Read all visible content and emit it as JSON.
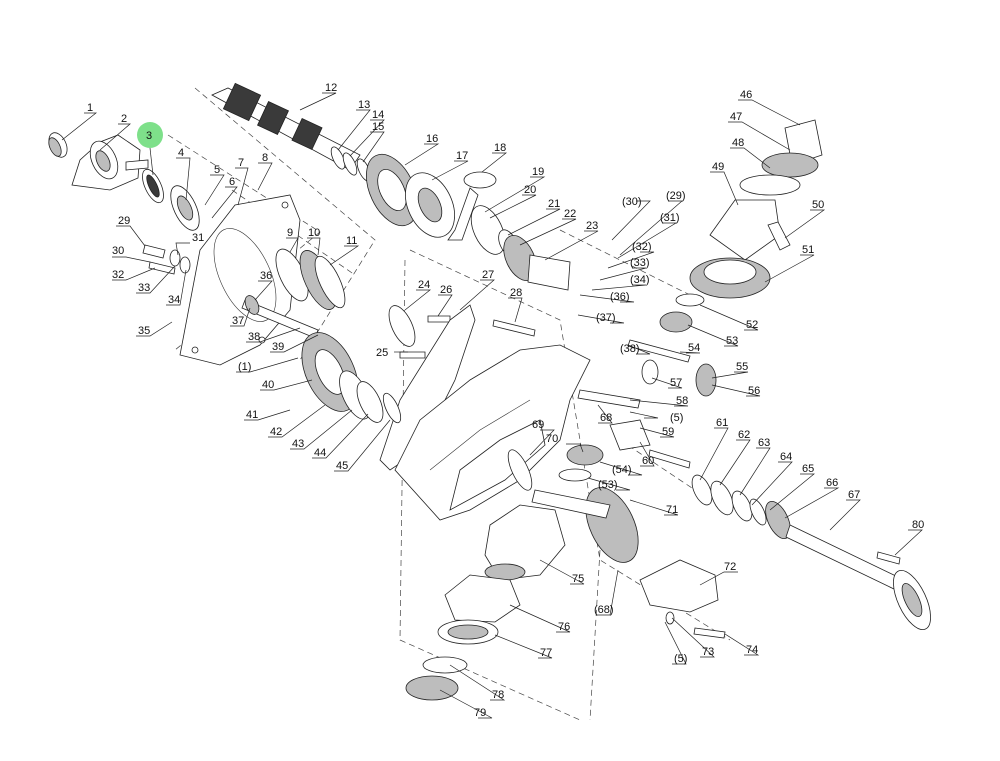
{
  "highlight_color": "#7ee08a",
  "callouts": [
    {
      "id": "c1",
      "label": "1"
    },
    {
      "id": "c2",
      "label": "2"
    },
    {
      "id": "c3",
      "label": "3",
      "highlighted": true
    },
    {
      "id": "c4",
      "label": "4"
    },
    {
      "id": "c5",
      "label": "5"
    },
    {
      "id": "c6",
      "label": "6"
    },
    {
      "id": "c7",
      "label": "7"
    },
    {
      "id": "c8",
      "label": "8"
    },
    {
      "id": "c9",
      "label": "9"
    },
    {
      "id": "c10",
      "label": "10"
    },
    {
      "id": "c11",
      "label": "11"
    },
    {
      "id": "c12",
      "label": "12"
    },
    {
      "id": "c13",
      "label": "13"
    },
    {
      "id": "c14",
      "label": "14"
    },
    {
      "id": "c15",
      "label": "15"
    },
    {
      "id": "c16",
      "label": "16"
    },
    {
      "id": "c17",
      "label": "17"
    },
    {
      "id": "c18",
      "label": "18"
    },
    {
      "id": "c19",
      "label": "19"
    },
    {
      "id": "c20",
      "label": "20"
    },
    {
      "id": "c21",
      "label": "21"
    },
    {
      "id": "c22",
      "label": "22"
    },
    {
      "id": "c23",
      "label": "23"
    },
    {
      "id": "c24",
      "label": "24"
    },
    {
      "id": "c25",
      "label": "25"
    },
    {
      "id": "c26",
      "label": "26"
    },
    {
      "id": "c27",
      "label": "27"
    },
    {
      "id": "c28",
      "label": "28"
    },
    {
      "id": "c29",
      "label": "29"
    },
    {
      "id": "c30",
      "label": "30"
    },
    {
      "id": "c31",
      "label": "31"
    },
    {
      "id": "c32",
      "label": "32"
    },
    {
      "id": "c33",
      "label": "33"
    },
    {
      "id": "c34",
      "label": "34"
    },
    {
      "id": "c35",
      "label": "35"
    },
    {
      "id": "c36",
      "label": "36"
    },
    {
      "id": "c37",
      "label": "37"
    },
    {
      "id": "c38",
      "label": "38"
    },
    {
      "id": "c39",
      "label": "39"
    },
    {
      "id": "c40",
      "label": "40"
    },
    {
      "id": "c41",
      "label": "41"
    },
    {
      "id": "c42",
      "label": "42"
    },
    {
      "id": "c43",
      "label": "43"
    },
    {
      "id": "c44",
      "label": "44"
    },
    {
      "id": "c45",
      "label": "45"
    },
    {
      "id": "c46",
      "label": "46"
    },
    {
      "id": "c47",
      "label": "47"
    },
    {
      "id": "c48",
      "label": "48"
    },
    {
      "id": "c49",
      "label": "49"
    },
    {
      "id": "c50",
      "label": "50"
    },
    {
      "id": "c51",
      "label": "51"
    },
    {
      "id": "c52",
      "label": "52"
    },
    {
      "id": "c53",
      "label": "53"
    },
    {
      "id": "c54",
      "label": "54"
    },
    {
      "id": "c55",
      "label": "55"
    },
    {
      "id": "c56",
      "label": "56"
    },
    {
      "id": "c57",
      "label": "57"
    },
    {
      "id": "c58",
      "label": "58"
    },
    {
      "id": "c59",
      "label": "59"
    },
    {
      "id": "c60",
      "label": "60"
    },
    {
      "id": "c61",
      "label": "61"
    },
    {
      "id": "c62",
      "label": "62"
    },
    {
      "id": "c63",
      "label": "63"
    },
    {
      "id": "c64",
      "label": "64"
    },
    {
      "id": "c65",
      "label": "65"
    },
    {
      "id": "c66",
      "label": "66"
    },
    {
      "id": "c67",
      "label": "67"
    },
    {
      "id": "c68",
      "label": "68"
    },
    {
      "id": "c69",
      "label": "69"
    },
    {
      "id": "c70",
      "label": "70"
    },
    {
      "id": "c71",
      "label": "71"
    },
    {
      "id": "c72",
      "label": "72"
    },
    {
      "id": "c73",
      "label": "73"
    },
    {
      "id": "c74",
      "label": "74"
    },
    {
      "id": "c75",
      "label": "75"
    },
    {
      "id": "c76",
      "label": "76"
    },
    {
      "id": "c77",
      "label": "77"
    },
    {
      "id": "c78",
      "label": "78"
    },
    {
      "id": "c79",
      "label": "79"
    },
    {
      "id": "c80",
      "label": "80"
    },
    {
      "id": "p1",
      "label": "(1)"
    },
    {
      "id": "p5a",
      "label": "(5)"
    },
    {
      "id": "p5b",
      "label": "(5)"
    },
    {
      "id": "p29",
      "label": "(29)"
    },
    {
      "id": "p30",
      "label": "(30)"
    },
    {
      "id": "p31",
      "label": "(31)"
    },
    {
      "id": "p32",
      "label": "(32)"
    },
    {
      "id": "p33",
      "label": "(33)"
    },
    {
      "id": "p34",
      "label": "(34)"
    },
    {
      "id": "p36",
      "label": "(36)"
    },
    {
      "id": "p37",
      "label": "(37)"
    },
    {
      "id": "p38",
      "label": "(38)"
    },
    {
      "id": "p53",
      "label": "(53)"
    },
    {
      "id": "p54",
      "label": "(54)"
    },
    {
      "id": "p68",
      "label": "(68)"
    }
  ]
}
